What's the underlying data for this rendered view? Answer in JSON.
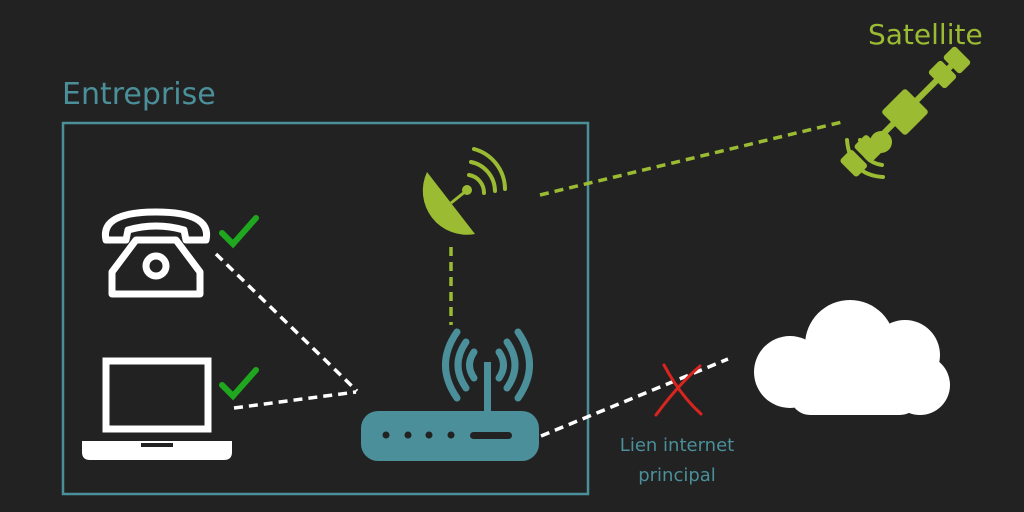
{
  "labels": {
    "enterprise": "Entreprise",
    "satellite": "Satellite",
    "main_link_line1": "Lien internet",
    "main_link_line2": "principal"
  },
  "colors": {
    "background": "#222222",
    "teal": "#4a8f99",
    "green": "#9bbb32",
    "check": "#1fa81f",
    "cross": "#d9241f",
    "white": "#ffffff"
  },
  "icons": [
    "telephone-icon",
    "laptop-icon",
    "check-icon",
    "satellite-dish-icon",
    "wifi-router-icon",
    "satellite-icon",
    "cloud-icon",
    "cross-icon"
  ]
}
